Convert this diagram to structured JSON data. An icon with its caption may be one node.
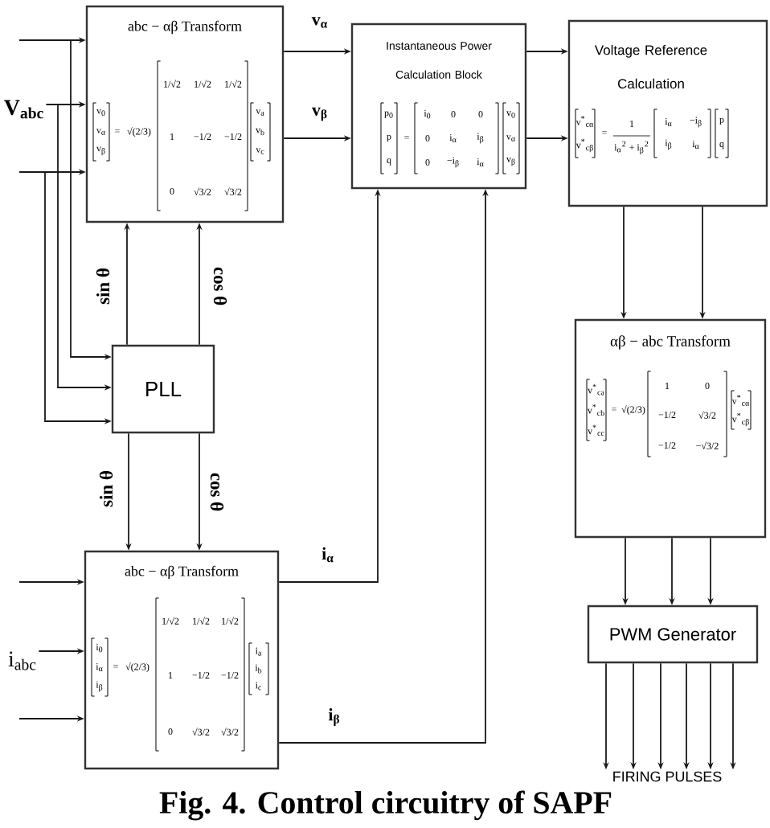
{
  "diagram": {
    "caption": "Fig. 4. Control circuitry of SAPF",
    "nodes": [
      {
        "text": [
          "abc − αβ Transform",
          "v$_{0}$",
          "v$_{α}$",
          "v$_{β}$",
          "=",
          "√(2/3)",
          "1/√2",
          "1/√2",
          "1/√2",
          "1",
          "−1/2",
          "−1/2",
          "0",
          "√3/2",
          "√3/2",
          "v$_{a}$",
          "v$_{b}$",
          "v$_{c}$"
        ]
      },
      {
        "text": [
          "Instantaneous Power Calculation Block",
          "p$_{0}$",
          "p",
          "q",
          "=",
          "i$_{0}$",
          "0",
          "0",
          "0",
          "i$_{α}$",
          "i$_{β}$",
          "0",
          "−i$_{β}$",
          "i$_{α}$",
          "v$_{0}$",
          "v$_{α}$",
          "v$_{β}$"
        ]
      },
      {
        "text": [
          "Voltage Reference Calculation",
          "v$^{*}$$_{cα}$",
          "v$^{*}$$_{cβ}$",
          "=",
          "1",
          "i$_{α}$$^{2}$ + i$_{β}$$^{2}$",
          "i$_{α}$",
          "−i$_{β}$",
          "i$_{β}$",
          "i$_{α}$",
          "p",
          "q"
        ]
      },
      {
        "text": [
          "αβ − abc Transform",
          "v$^{*}$$_{ca}$",
          "v$^{*}$$_{cb}$",
          "v$^{*}$$_{cc}$",
          "=",
          "√(2/3)",
          "1",
          "0",
          "−1/2",
          "√3/2",
          "−1/2",
          "−√3/2",
          "v$^{*}$$_{cα}$",
          "v$^{*}$$_{cβ}$"
        ]
      },
      {
        "text": [
          "PLL"
        ]
      },
      {
        "text": [
          "PWM Generator"
        ]
      },
      {
        "text": [
          "abc − αβ Transform",
          "i$_{0}$",
          "i$_{α}$",
          "i$_{β}$",
          "=",
          "√(2/3)",
          "1/√2",
          "1/√2",
          "1/√2",
          "1",
          "−1/2",
          "−1/2",
          "0",
          "√3/2",
          "√3/2",
          "i$_{a}$",
          "i$_{b}$",
          "i$_{c}$"
        ]
      },
      {
        "text": [
          "V$_{abc}$"
        ]
      },
      {
        "text": [
          "i$_{abc}$"
        ]
      },
      {
        "text": [
          "FIRING PULSES"
        ]
      }
    ],
    "edges": [
      {
        "from": null,
        "to": 0,
        "arrow": "to"
      },
      {
        "from": 7,
        "to": 0,
        "arrow": "to"
      },
      {
        "from": null,
        "to": 0,
        "arrow": "to"
      },
      {
        "from": null,
        "to": 4,
        "arrow": "to"
      },
      {
        "from": 7,
        "to": 4,
        "arrow": "to"
      },
      {
        "from": null,
        "to": 4,
        "arrow": "to"
      },
      {
        "from": 4,
        "to": 0,
        "arrow": "to",
        "label": "sin θ"
      },
      {
        "from": 4,
        "to": 0,
        "arrow": "to",
        "label": "cos θ"
      },
      {
        "from": 4,
        "to": 6,
        "arrow": "to",
        "label": "sin θ"
      },
      {
        "from": 4,
        "to": 6,
        "arrow": "to",
        "label": "cos θ"
      },
      {
        "from": null,
        "to": 6,
        "arrow": "to"
      },
      {
        "from": 8,
        "to": 6,
        "arrow": "to"
      },
      {
        "from": null,
        "to": 6,
        "arrow": "to"
      },
      {
        "from": 0,
        "to": 1,
        "arrow": "to",
        "label": "v$_{α}$"
      },
      {
        "from": 0,
        "to": 1,
        "arrow": "to",
        "label": "v$_{β}$"
      },
      {
        "from": 1,
        "to": 2,
        "arrow": "to"
      },
      {
        "from": 1,
        "to": 2,
        "arrow": "to"
      },
      {
        "from": 2,
        "to": 3,
        "arrow": "to"
      },
      {
        "from": 2,
        "to": 3,
        "arrow": "to"
      },
      {
        "from": 3,
        "to": 5,
        "arrow": "to"
      },
      {
        "from": 3,
        "to": 5,
        "arrow": "to"
      },
      {
        "from": 3,
        "to": 5,
        "arrow": "to"
      },
      {
        "from": 5,
        "to": 9,
        "arrow": "to"
      },
      {
        "from": 5,
        "to": 9,
        "arrow": "to"
      },
      {
        "from": 5,
        "to": 9,
        "arrow": "to"
      },
      {
        "from": 5,
        "to": 9,
        "arrow": "to"
      },
      {
        "from": 5,
        "to": 9,
        "arrow": "to"
      },
      {
        "from": 5,
        "to": 9,
        "arrow": "to"
      },
      {
        "from": 6,
        "to": 1,
        "arrow": "to",
        "label": "i$_{α}$"
      },
      {
        "from": 6,
        "to": 1,
        "arrow": "to",
        "label": "i$_{β}$"
      }
    ]
  }
}
